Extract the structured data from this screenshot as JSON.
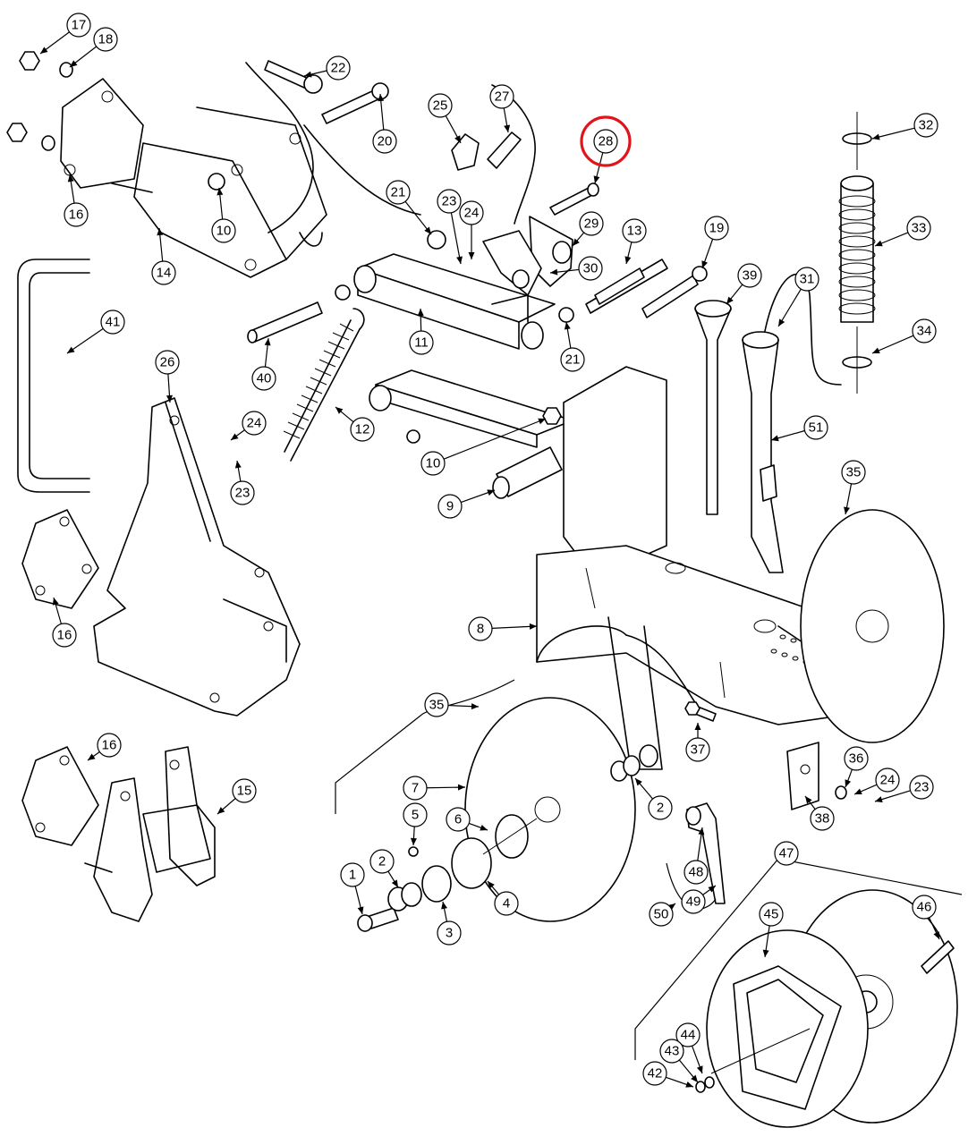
{
  "diagram": {
    "highlight_color": "#e0141b",
    "highlighted_callout": "28",
    "callouts": [
      {
        "label": "17"
      },
      {
        "label": "18"
      },
      {
        "label": "22"
      },
      {
        "label": "20"
      },
      {
        "label": "25"
      },
      {
        "label": "27"
      },
      {
        "label": "28"
      },
      {
        "label": "32"
      },
      {
        "label": "16"
      },
      {
        "label": "10"
      },
      {
        "label": "14"
      },
      {
        "label": "21"
      },
      {
        "label": "23"
      },
      {
        "label": "24"
      },
      {
        "label": "29"
      },
      {
        "label": "13"
      },
      {
        "label": "19"
      },
      {
        "label": "39"
      },
      {
        "label": "31"
      },
      {
        "label": "33"
      },
      {
        "label": "30"
      },
      {
        "label": "40"
      },
      {
        "label": "11"
      },
      {
        "label": "21"
      },
      {
        "label": "34"
      },
      {
        "label": "41"
      },
      {
        "label": "26"
      },
      {
        "label": "24"
      },
      {
        "label": "12"
      },
      {
        "label": "51"
      },
      {
        "label": "10"
      },
      {
        "label": "23"
      },
      {
        "label": "9"
      },
      {
        "label": "35"
      },
      {
        "label": "16"
      },
      {
        "label": "8"
      },
      {
        "label": "35"
      },
      {
        "label": "37"
      },
      {
        "label": "16"
      },
      {
        "label": "15"
      },
      {
        "label": "36"
      },
      {
        "label": "7"
      },
      {
        "label": "24"
      },
      {
        "label": "23"
      },
      {
        "label": "2"
      },
      {
        "label": "38"
      },
      {
        "label": "5"
      },
      {
        "label": "6"
      },
      {
        "label": "47"
      },
      {
        "label": "2"
      },
      {
        "label": "1"
      },
      {
        "label": "48"
      },
      {
        "label": "4"
      },
      {
        "label": "49"
      },
      {
        "label": "50"
      },
      {
        "label": "45"
      },
      {
        "label": "46"
      },
      {
        "label": "3"
      },
      {
        "label": "44"
      },
      {
        "label": "43"
      },
      {
        "label": "42"
      }
    ]
  }
}
